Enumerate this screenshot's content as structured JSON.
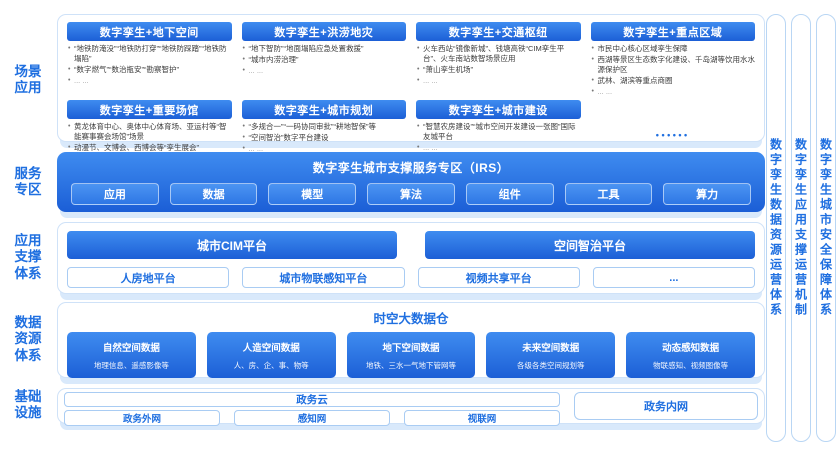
{
  "left_labels": [
    "场景应用",
    "服务专区",
    "应用支撑体系",
    "数据资源体系",
    "基础设施"
  ],
  "scenario": {
    "cards": [
      {
        "title": "数字孪生+地下空间",
        "bullets": [
          "“地铁防淹没”“地铁防打穿”“地铁防踩踏”“地铁防塌陷”",
          "“数字燃气”“数治瓶安”“勘察智护”",
          "... ..."
        ]
      },
      {
        "title": "数字孪生+洪涝地灾",
        "bullets": [
          "“地下智防”“地面塌陷应急处置救援”",
          "“城市内涝治理”",
          "... ..."
        ]
      },
      {
        "title": "数字孪生+交通枢纽",
        "bullets": [
          "火车西站“镜像新城”、钱塘高铁“CIM孪生平台”、火车南站数智场景应用",
          "“萧山孪生机场”",
          "... ..."
        ]
      },
      {
        "title": "数字孪生+重点区域",
        "bullets": [
          "市民中心核心区域孪生保障",
          "西湖等景区生态数字化建设、千岛湖等饮用水水源保护区",
          "武林、湖滨等重点商圈",
          "... ..."
        ]
      },
      {
        "title": "数字孪生+重要场馆",
        "bullets": [
          "黄龙体育中心、奥体中心体育场、亚运村等“智能赛事赛会场馆”场景",
          "动漫节、文博会、西博会等“孪生展会”",
          "... ..."
        ]
      },
      {
        "title": "数字孪生+城市规划",
        "bullets": [
          "“多规合一”“一码协同审批”“耕地智保”等",
          "“空间智治”数字平台建设",
          "... ..."
        ]
      },
      {
        "title": "数字孪生+城市建设",
        "bullets": [
          "“智慧农房建设”“城市空间开发建设一张图”国际友城平台",
          "... ..."
        ]
      }
    ],
    "more_dots": "••••••"
  },
  "service": {
    "title": "数字孪生城市支撑服务专区（IRS）",
    "buttons": [
      "应用",
      "数据",
      "模型",
      "算法",
      "组件",
      "工具",
      "算力"
    ]
  },
  "support": {
    "platforms": [
      "城市CIM平台",
      "空间智治平台"
    ],
    "subplatforms": [
      "人房地平台",
      "城市物联感知平台",
      "视频共享平台",
      "..."
    ]
  },
  "data_layer": {
    "title": "时空大数据仓",
    "stores": [
      {
        "title": "自然空间数据",
        "desc": "地理信息、遥感影像等"
      },
      {
        "title": "人造空间数据",
        "desc": "人、房、企、事、物等"
      },
      {
        "title": "地下空间数据",
        "desc": "地铁、三水一气地下管网等"
      },
      {
        "title": "未来空间数据",
        "desc": "各级各类空间规划等"
      },
      {
        "title": "动态感知数据",
        "desc": "物联感知、视频图像等"
      }
    ]
  },
  "infra": {
    "cloud": "政务云",
    "networks": [
      "政务外网",
      "感知网",
      "视联网"
    ],
    "intranet": "政务内网"
  },
  "right_bars": [
    "数字孪生数据资源运营体系",
    "数字孪生应用支撑运营机制",
    "数字孪生城市安全保障体系"
  ],
  "colors": {
    "accent": "#1f6fe0",
    "gradient_top": "#3f8cf0",
    "gradient_bottom": "#1c5fd6",
    "panel_border": "#cfe2f8",
    "platform_strip": "#d9e9fb"
  }
}
